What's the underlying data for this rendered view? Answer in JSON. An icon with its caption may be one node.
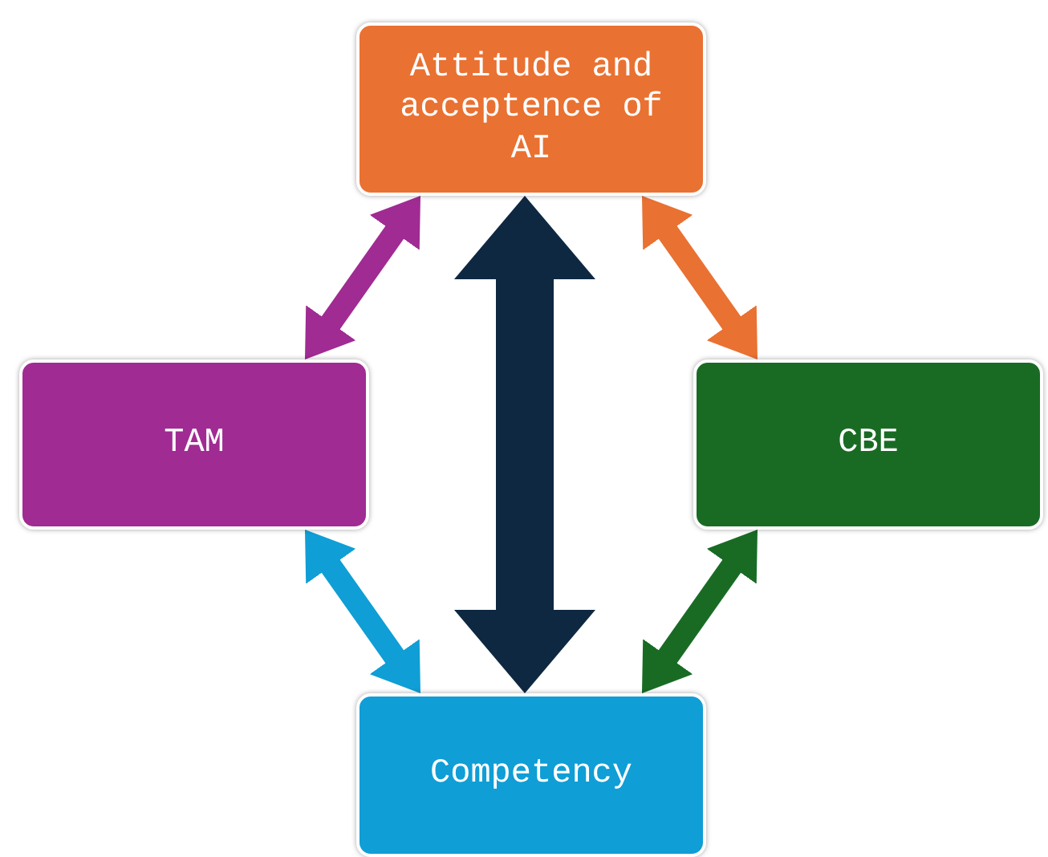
{
  "diagram": {
    "nodes": [
      {
        "text": [
          "Attitude and acceptence of AI"
        ]
      },
      {
        "text": [
          "TAM"
        ]
      },
      {
        "text": [
          "CBE"
        ]
      },
      {
        "text": [
          "Competency"
        ]
      }
    ],
    "edges": [
      {
        "from": 0,
        "to": 1,
        "arrow": "both",
        "color": "#a02b93"
      },
      {
        "from": 0,
        "to": 2,
        "arrow": "both",
        "color": "#e97132"
      },
      {
        "from": 1,
        "to": 3,
        "arrow": "both",
        "color": "#0f9ed5"
      },
      {
        "from": 3,
        "to": 2,
        "arrow": "both",
        "color": "#196b24"
      },
      {
        "from": 0,
        "to": 3,
        "arrow": "both",
        "style": "thick",
        "color": "#0e2841"
      }
    ]
  }
}
